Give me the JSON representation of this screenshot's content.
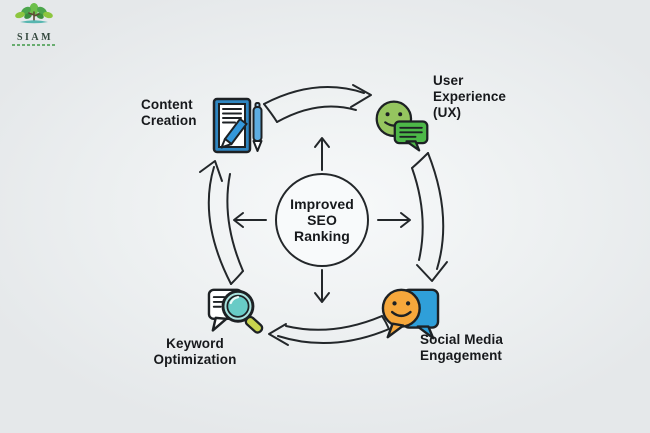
{
  "logo": {
    "name": "SIAM"
  },
  "center": {
    "line1": "Improved",
    "line2": "SEO",
    "line3": "Ranking"
  },
  "nodes": {
    "content": {
      "id": "content-creation",
      "line1": "Content",
      "line2": "Creation",
      "icon": "document-pen-icon"
    },
    "ux": {
      "id": "user-experience",
      "line1": "User",
      "line2": "Experience",
      "line3": "(UX)",
      "icon": "smiley-chat-bubble-icon"
    },
    "social": {
      "id": "social-media-engagement",
      "line1": "Social Media",
      "line2": "Engagement",
      "icon": "smiley-speech-bubbles-icon"
    },
    "keyword": {
      "id": "keyword-optimization",
      "line1": "Keyword",
      "line2": "Optimization",
      "icon": "magnifier-speech-bubble-icon"
    }
  },
  "flow": {
    "type": "cycle",
    "direction": "clockwise",
    "sequence": [
      "Content Creation",
      "User Experience (UX)",
      "Social Media Engagement",
      "Keyword Optimization"
    ],
    "hub": "Improved SEO Ranking"
  },
  "colors": {
    "ink": "#23272a",
    "doc_blue": "#2e86c1",
    "pen_blue": "#5dade2",
    "pen_light_blue": "#aed6f1",
    "face_green": "#95c55f",
    "bubble_green": "#4db848",
    "bubble_orange": "#f6a73b",
    "bubble_blue": "#2f9fd9",
    "glass_teal": "#68cbc6",
    "glass_rim": "#a9e2de",
    "handle_yellow": "#c9d44e",
    "logo_green": "#3f9e44",
    "text_dark": "#17191c",
    "circle_fill": "#f8fafb"
  }
}
